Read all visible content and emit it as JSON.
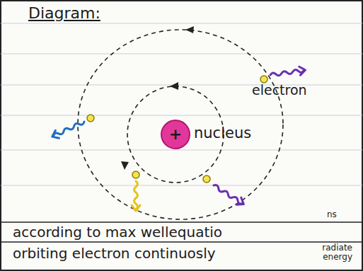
{
  "diagram": {
    "title": "Diagram:",
    "nodes": [
      {
        "text": [
          "+"
        ]
      }
    ],
    "labels": [
      "electron",
      "nucleus",
      "ns",
      "according to max wellequatio",
      "orbiting electron continuosly",
      "radiate energy"
    ]
  }
}
